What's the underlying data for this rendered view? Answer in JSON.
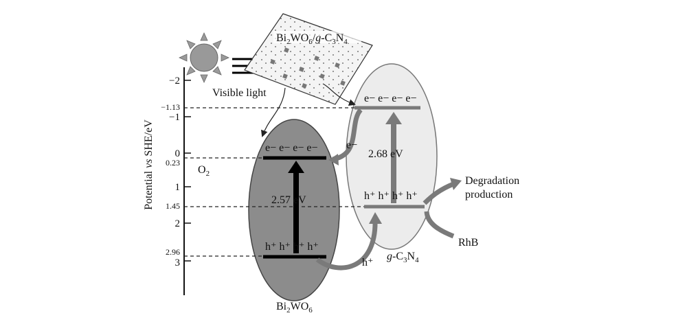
{
  "axis": {
    "ylabel_pre": "Potential ",
    "ylabel_vs": "vs",
    "ylabel_post": " SHE/eV",
    "ticks": [
      "−2",
      "−1",
      "0",
      "1",
      "2",
      "3"
    ],
    "markers": [
      "−1.13",
      "0.23",
      "1.45",
      "2.96"
    ]
  },
  "light": {
    "label": "Visible light",
    "composite": {
      "p1": "Bi",
      "s1": "2",
      "p2": "WO",
      "s2": "6",
      "p3": "/",
      "ital": "g",
      "p4": "-C",
      "s3": "3",
      "p5": "N",
      "s4": "4"
    }
  },
  "bi2wo6": {
    "name": {
      "p1": "Bi",
      "s1": "2",
      "p2": "WO",
      "s2": "6"
    },
    "electrons": "e−  e−  e−  e−",
    "holes": "h⁺  h⁺  h⁺  h⁺",
    "gap": "2.57 eV",
    "o2": {
      "p1": "O",
      "s1": "2"
    }
  },
  "gc3n4": {
    "name": {
      "ital": "g",
      "p1": "-C",
      "s1": "3",
      "p2": "N",
      "s2": "4"
    },
    "electrons": "e−  e−  e−  e−",
    "holes": "h⁺  h⁺  h⁺  h⁺",
    "gap": "2.68 eV"
  },
  "transfer": {
    "electron": "e−",
    "hole": "h⁺"
  },
  "products": {
    "degradation_line1": "Degradation",
    "degradation_line2": "production",
    "pollutant": "RhB"
  },
  "colors": {
    "bi2wo6_ellipse": "#8c8c8c",
    "gc3n4_ellipse": "#ececec",
    "sun": "#999999",
    "arrow_grey": "#7a7a7a"
  }
}
